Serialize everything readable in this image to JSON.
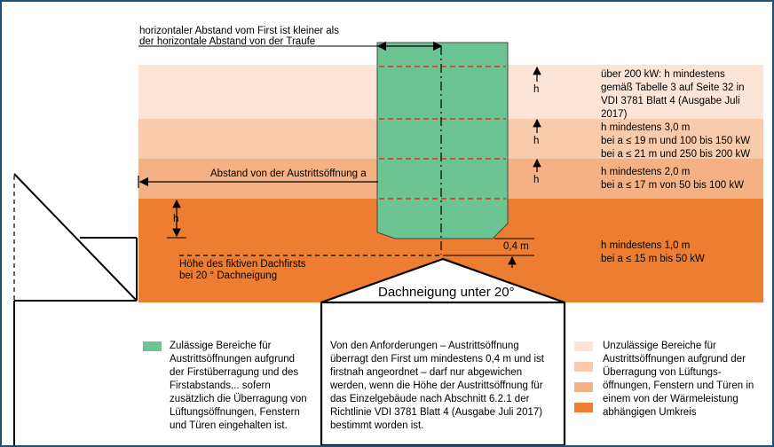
{
  "colors": {
    "zone_top": "#fce4d6",
    "zone_mid1": "#f8cbad",
    "zone_mid2": "#f5b183",
    "zone_bottom": "#ed7d31",
    "allowed": "#6cc493",
    "frame": "#1f4e79",
    "dash_red": "#e03020"
  },
  "labels": {
    "top_note_line1": "horizontaler Abstand vom First ist kleiner als",
    "top_note_line2": "der horizontale Abstand von der Traufe",
    "abstand": "Abstand von der Austrittsöffnung a",
    "h_left": "h",
    "h1": "h",
    "h2": "h",
    "h3": "h",
    "dim_04": "0,4 m",
    "fictive_line1": "Höhe des fiktiven Dachfirsts",
    "fictive_line2": "bei 20 ° Dachneigung",
    "roof_label": "Dachneigung unter 20°"
  },
  "zones": [
    {
      "text": "über 200 kW: h mindestens\ngemäß Tabelle 3 auf Seite 32 in\nVDI 3781 Blatt 4 (Ausgabe Juli\n2017)"
    },
    {
      "text": "h mindestens 3,0 m\nbei a ≤ 19 m und 100 bis 150 kW\nbei a ≤ 21 m und 250 bis 200 kW"
    },
    {
      "text": "h mindestens 2,0 m\nbei a ≤ 17 m von 50 bis 100 kW"
    },
    {
      "text": "h mindestens 1,0 m\nbei a ≤ 15 m bis 50 kW"
    }
  ],
  "legend": {
    "green_text": "Zulässige Bereiche für\nAustrittsöffnungen aufgrund\nder Firstüberragung und des\nFirstabstands... sofern\nzusätzlich die Überragung von\nLüftungsöffnungen, Fenstern\nund Türen eingehalten ist.",
    "middle_text": "Von den Anforderungen – Austrittsöffnung\nüberragt den First um mindestens 0,4 m und ist\nfirstnah angeordnet – darf nur abgewichen\nwerden, wenn die Höhe der Austrittsöffnung für\ndas Einzelgebäude nach Abschnitt 6.2.1 der\nRichtlinie VDI 3781 Blatt 4 (Ausgabe Juli 2017)\nbestimmt worden ist.",
    "orange_text": "Unzulässige Bereiche für\nAustrittsöffnungen aufgrund der\nÜberragung von Lüftungs-\nöffnungen, Fenstern und Türen in\neinem von der Wärmeleistung\nabhängigen Umkreis"
  }
}
